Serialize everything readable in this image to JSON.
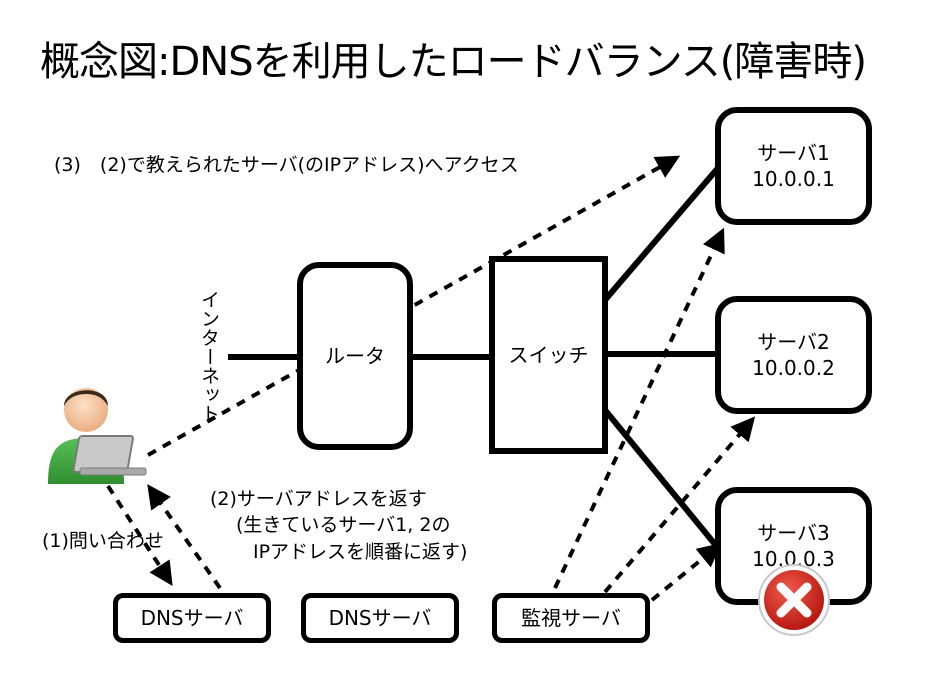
{
  "title": "概念図:DNSを利用したロードバランス(障害時)",
  "labels": {
    "access_step": "(3)　(2)で教えられたサーバ(のIPアドレス)へアクセス",
    "internet": "インターネット",
    "router": "ルータ",
    "switch": "スイッチ",
    "query": "(1)問い合わせ",
    "reply_line1": "(2)サーバアドレスを返す",
    "reply_line2": "(生きているサーバ1, 2の",
    "reply_line3": "IPアドレスを順番に返す)",
    "dns_server_1": "DNSサーバ",
    "dns_server_2": "DNSサーバ",
    "monitor_server": "監視サーバ"
  },
  "servers": [
    {
      "name": "サーバ1",
      "ip": "10.0.0.1",
      "status": "up"
    },
    {
      "name": "サーバ2",
      "ip": "10.0.0.2",
      "status": "up"
    },
    {
      "name": "サーバ3",
      "ip": "10.0.0.3",
      "status": "down"
    }
  ],
  "icons": {
    "user": "user-with-laptop-icon",
    "failure": "red-x-failure-icon"
  },
  "colors": {
    "failure": "#d9261c",
    "user_shirt": "#3aa63a"
  }
}
